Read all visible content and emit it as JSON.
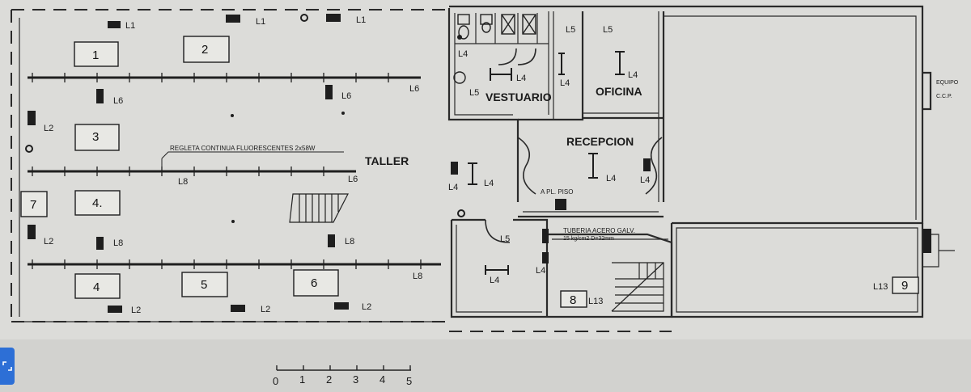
{
  "rooms": {
    "taller": "TALLER",
    "vestuario": "VESTUARIO",
    "oficina": "OFICINA",
    "recepcion": "RECEPCION"
  },
  "notes": {
    "regleta": "REGLETA CONTINUA FLUORESCENTES 2x58W",
    "a_pl_piso": "A PL. PISO",
    "tuberia_1": "TUBERIA ACERO GALV.",
    "tuberia_2": "15 kg/cm2   D=32mm",
    "equipo": "EQUIPO",
    "ccp": "C.C.P."
  },
  "machines": [
    "1",
    "2",
    "3",
    "4.",
    "4",
    "5",
    "6",
    "7",
    "8",
    "9"
  ],
  "lights": {
    "L1": "L1",
    "L2": "L2",
    "L4": "L4",
    "L5": "L5",
    "L6": "L6",
    "L8": "L8",
    "L13": "L13"
  },
  "scale": [
    "0",
    "1",
    "2",
    "3",
    "4",
    "5"
  ],
  "colors": {
    "paper": "#d9d9d6",
    "ink": "#1e1e1e",
    "button": "#2d6fd6"
  }
}
